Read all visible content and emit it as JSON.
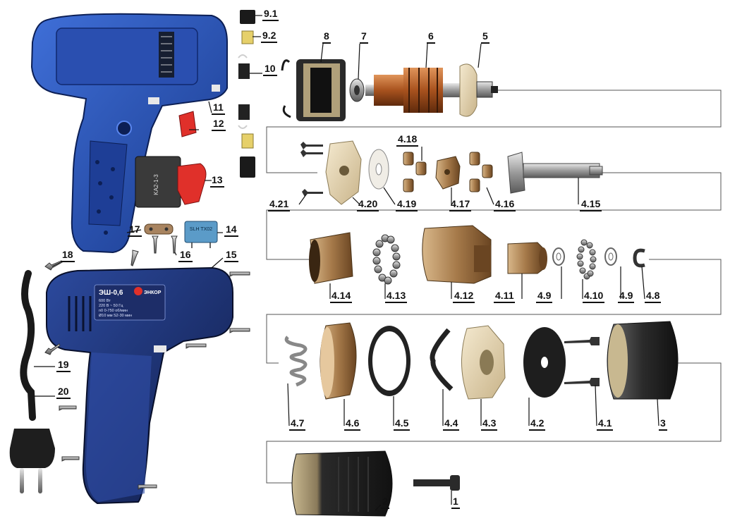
{
  "figure": {
    "housing_text": {
      "model": "ЭШ-0,6",
      "brand": "ЭНКОР",
      "power": "600 Вт",
      "voltage": "220 В ~ 50 Гц",
      "speed": "n0 0-750 об/мин",
      "chuck": "Ø10 мм S2-30 мин"
    },
    "switch_text": {
      "model": "KA2-1-3"
    },
    "capacitor_text": {
      "model": "SLH TX02"
    },
    "callouts": [
      {
        "id": "c9_1",
        "text": "9.1"
      },
      {
        "id": "c9_2",
        "text": "9.2"
      },
      {
        "id": "c10",
        "text": "10"
      },
      {
        "id": "c11",
        "text": "11"
      },
      {
        "id": "c12",
        "text": "12"
      },
      {
        "id": "c13",
        "text": "13"
      },
      {
        "id": "c14",
        "text": "14"
      },
      {
        "id": "c15",
        "text": "15"
      },
      {
        "id": "c16",
        "text": "16"
      },
      {
        "id": "c17",
        "text": "17"
      },
      {
        "id": "c18",
        "text": "18"
      },
      {
        "id": "c19",
        "text": "19"
      },
      {
        "id": "c20",
        "text": "20"
      },
      {
        "id": "c8",
        "text": "8"
      },
      {
        "id": "c7",
        "text": "7"
      },
      {
        "id": "c6",
        "text": "6"
      },
      {
        "id": "c5",
        "text": "5"
      },
      {
        "id": "c4_18",
        "text": "4.18"
      },
      {
        "id": "c4_21",
        "text": "4.21"
      },
      {
        "id": "c4_20",
        "text": "4.20"
      },
      {
        "id": "c4_19",
        "text": "4.19"
      },
      {
        "id": "c4_17",
        "text": "4.17"
      },
      {
        "id": "c4_16",
        "text": "4.16"
      },
      {
        "id": "c4_15",
        "text": "4.15"
      },
      {
        "id": "c4_14",
        "text": "4.14"
      },
      {
        "id": "c4_13",
        "text": "4.13"
      },
      {
        "id": "c4_12",
        "text": "4.12"
      },
      {
        "id": "c4_11",
        "text": "4.11"
      },
      {
        "id": "c4_9a",
        "text": "4.9"
      },
      {
        "id": "c4_10",
        "text": "4.10"
      },
      {
        "id": "c4_9b",
        "text": "4.9"
      },
      {
        "id": "c4_8",
        "text": "4.8"
      },
      {
        "id": "c4_7",
        "text": "4.7"
      },
      {
        "id": "c4_6",
        "text": "4.6"
      },
      {
        "id": "c4_5",
        "text": "4.5"
      },
      {
        "id": "c4_4",
        "text": "4.4"
      },
      {
        "id": "c4_3",
        "text": "4.3"
      },
      {
        "id": "c4_2",
        "text": "4.2"
      },
      {
        "id": "c4_1",
        "text": "4.1"
      },
      {
        "id": "c3",
        "text": "3"
      },
      {
        "id": "c2",
        "text": "2"
      },
      {
        "id": "c1",
        "text": "1"
      }
    ]
  }
}
